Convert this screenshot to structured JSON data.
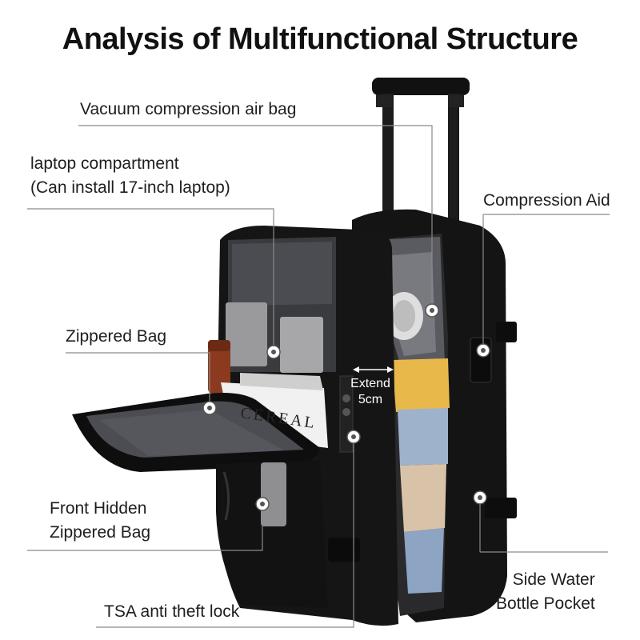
{
  "title": "Analysis of Multifunctional Structure",
  "callouts": {
    "vacuum": "Vacuum compression air bag",
    "laptop_line1": "laptop compartment",
    "laptop_line2": "(Can install 17-inch laptop)",
    "compression_aid": "Compression Aid",
    "zippered_bag": "Zippered Bag",
    "front_hidden_line1": "Front Hidden",
    "front_hidden_line2": "Zippered Bag",
    "side_water_line1": "Side Water",
    "side_water_line2": "Bottle Pocket",
    "tsa_lock": "TSA anti theft lock"
  },
  "extend_badge": {
    "line1": "Extend",
    "line2": "5cm"
  },
  "book_cover_text": "CEREAL",
  "colors": {
    "bag_black": "#141414",
    "lining_gray": "#6e6e72",
    "sweater_yellow": "#e8b94a",
    "sweater_blue": "#9fb2cc",
    "sweater_beige": "#d9c3a8"
  }
}
